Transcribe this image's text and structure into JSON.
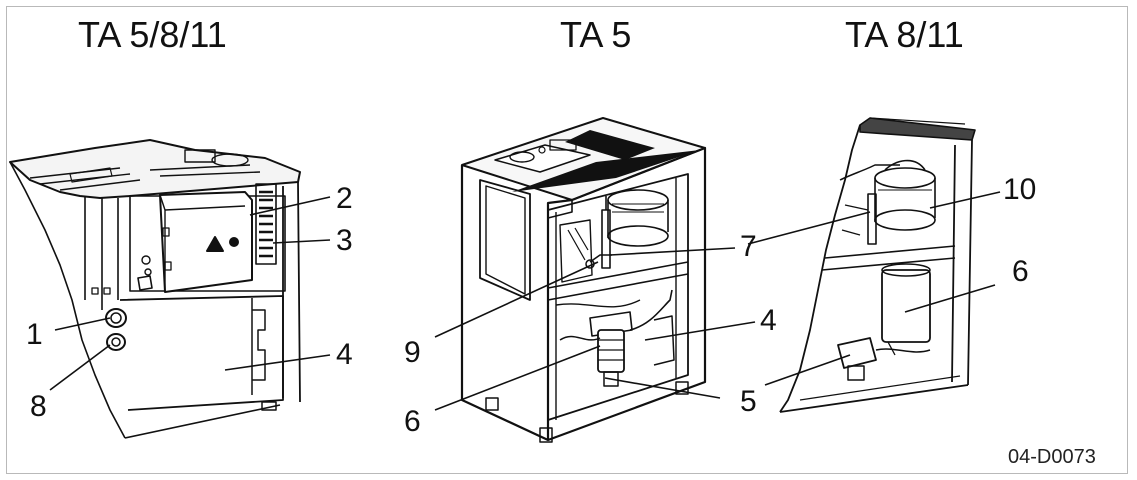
{
  "titles": {
    "left": "TA 5/8/11",
    "middle": "TA 5",
    "right": "TA 8/11"
  },
  "callouts": {
    "left": [
      "2",
      "3",
      "1",
      "4",
      "8"
    ],
    "middle": [
      "7",
      "4",
      "9",
      "6",
      "5"
    ],
    "right": [
      "10",
      "7",
      "6",
      "5"
    ]
  },
  "figure_code": "04-D0073"
}
